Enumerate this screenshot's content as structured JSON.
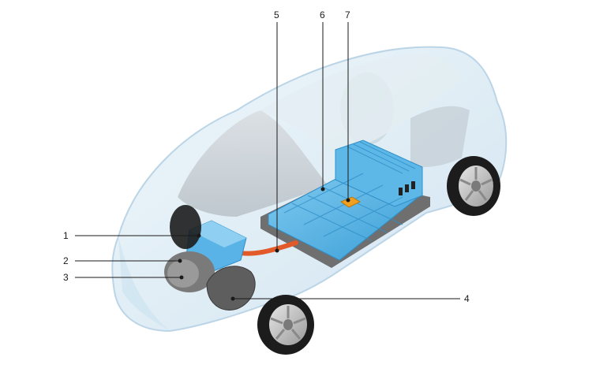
{
  "diagram": {
    "callouts": [
      {
        "id": "1",
        "label": "1"
      },
      {
        "id": "2",
        "label": "2"
      },
      {
        "id": "3",
        "label": "3"
      },
      {
        "id": "4",
        "label": "4"
      },
      {
        "id": "5",
        "label": "5"
      },
      {
        "id": "6",
        "label": "6"
      },
      {
        "id": "7",
        "label": "7"
      }
    ],
    "colors": {
      "body": "#dcecf6",
      "body_outline": "#b6d2e6",
      "glass": "#cfd6dc",
      "battery": "#5db8e8",
      "battery_dark": "#2f8fc8",
      "tray": "#6f6f6f",
      "motor_housing": "#5ab3e6",
      "cable": "#e25a2a",
      "charger": "#f0a020",
      "tire": "#1c1c1c",
      "rim": "#c9c9c9"
    }
  }
}
